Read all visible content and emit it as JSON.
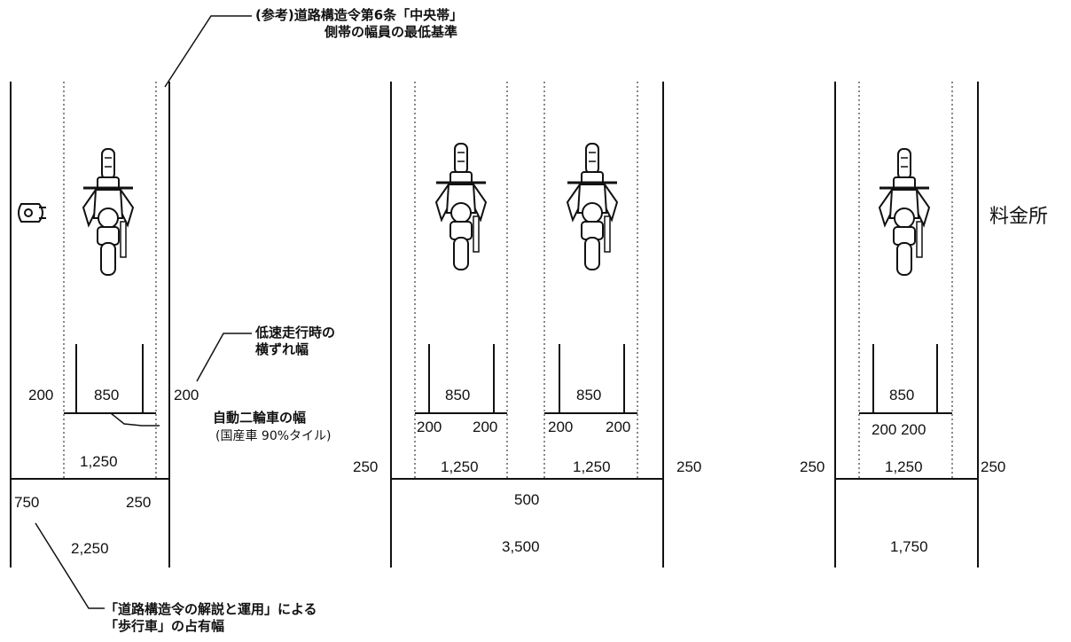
{
  "annotations": {
    "median_strip_note_line1": "(参考)道路構造令第6条「中央帯」",
    "median_strip_note_line2": "側帯の幅員の最低基準",
    "lateral_shift_note_line1": "低速走行時の",
    "lateral_shift_note_line2": "横ずれ幅",
    "motorcycle_width_note": "自動二輪車の幅",
    "motorcycle_width_source": "(国産車 90%タイル)",
    "pedestrian_note_line1": "「道路構造令の解説と運用」による",
    "pedestrian_note_line2": "「歩行車」の占有幅",
    "toll_label": "料金所"
  },
  "panel_left": {
    "dim_200_left": "200",
    "dim_850": "850",
    "dim_200_right": "200",
    "dim_1250": "1,250",
    "dim_750": "750",
    "dim_250": "250",
    "dim_total": "2,250"
  },
  "panel_middle": {
    "lane1_dim_850": "850",
    "lane1_dim_200_left": "200",
    "lane1_dim_200_right": "200",
    "lane2_dim_850": "850",
    "lane2_dim_200_left": "200",
    "lane2_dim_200_right": "200",
    "dim_250_left": "250",
    "lane1_dim_1250": "1,250",
    "lane2_dim_1250": "1,250",
    "dim_250_right": "250",
    "dim_500": "500",
    "dim_total": "3,500"
  },
  "panel_right": {
    "dim_850": "850",
    "dim_200_200": "200 200",
    "dim_250_left": "250",
    "dim_1250": "1,250",
    "dim_250_right": "250",
    "dim_total": "1,750"
  },
  "icons": {
    "motorcycle": "motorcycle-top-view-icon",
    "pedestrian": "pedestrian-top-view-icon"
  }
}
